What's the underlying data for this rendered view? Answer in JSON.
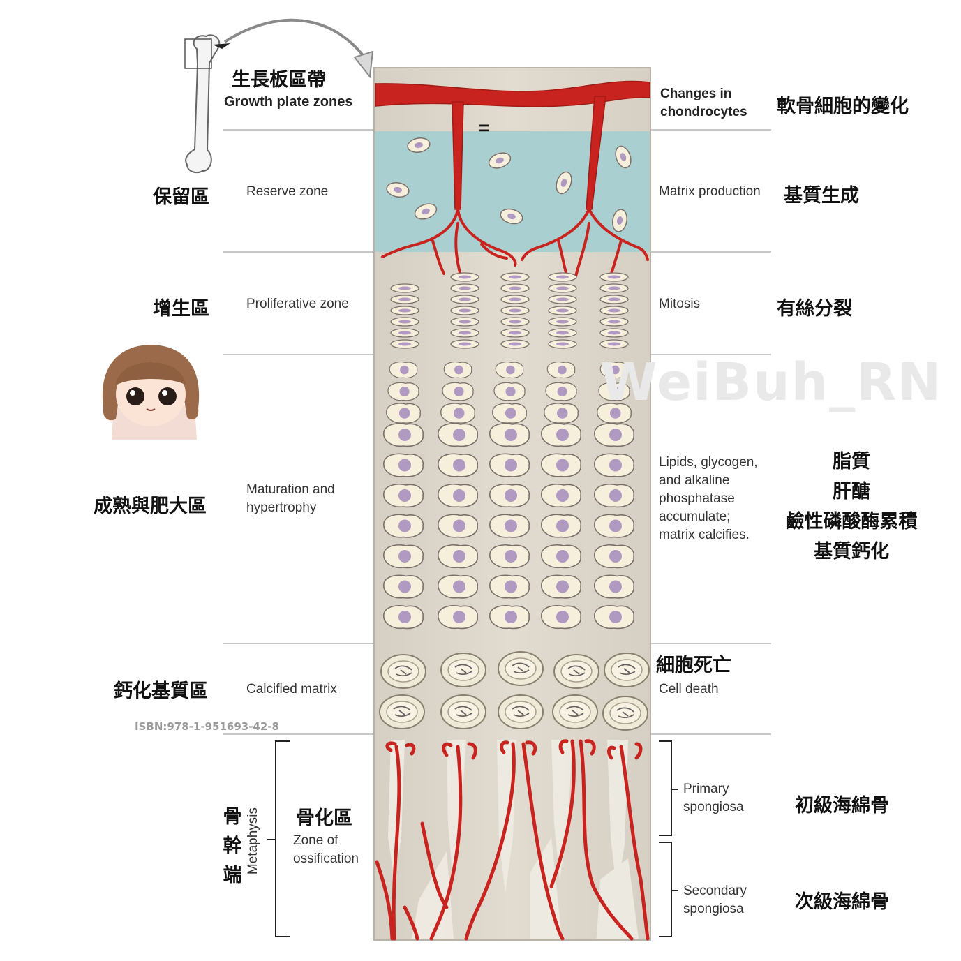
{
  "header": {
    "title_zh": "生長板區帶",
    "title_en": "Growth plate zones",
    "right_title_en": "Changes in chondrocytes",
    "right_title_zh": "軟骨細胞的變化",
    "equals_mark": "="
  },
  "zones": [
    {
      "id": "reserve",
      "zh": "保留區",
      "en": "Reserve zone",
      "change_en": "Matrix production",
      "change_zh": "基質生成"
    },
    {
      "id": "proliferative",
      "zh": "增生區",
      "en": "Proliferative zone",
      "change_en": "Mitosis",
      "change_zh": "有絲分裂"
    },
    {
      "id": "maturation",
      "zh": "成熟與肥大區",
      "en": "Maturation and hypertrophy",
      "change_en_lines": [
        "Lipids, glycogen,",
        "and alkaline",
        "phosphatase",
        "accumulate;",
        "matrix calcifies."
      ],
      "change_zh_lines": [
        "脂質",
        "肝醣",
        "鹼性磷酸酶累積",
        "基質鈣化"
      ]
    },
    {
      "id": "calcified",
      "zh": "鈣化基質區",
      "en": "Calcified matrix",
      "change_en": "Cell death",
      "change_zh": "細胞死亡"
    }
  ],
  "metaphysis": {
    "zh_chars": [
      "骨",
      "幹",
      "端"
    ],
    "en": "Metaphysis",
    "ossification_zh": "骨化區",
    "ossification_en_lines": [
      "Zone of",
      "ossification"
    ],
    "primary_en_lines": [
      "Primary",
      "spongiosa"
    ],
    "primary_zh": "初級海綿骨",
    "secondary_en_lines": [
      "Secondary",
      "spongiosa"
    ],
    "secondary_zh": "次級海綿骨"
  },
  "watermark": "WeiBuh_RN",
  "isbn": "ISBN:978-1-951693-42-8",
  "colors": {
    "vessel": "#c8231e",
    "reserve_bg": "#a9cfd0",
    "column_bg": "#d9d3c7",
    "cell_fill": "#f6efdc",
    "nucleus": "#b09ac2"
  }
}
